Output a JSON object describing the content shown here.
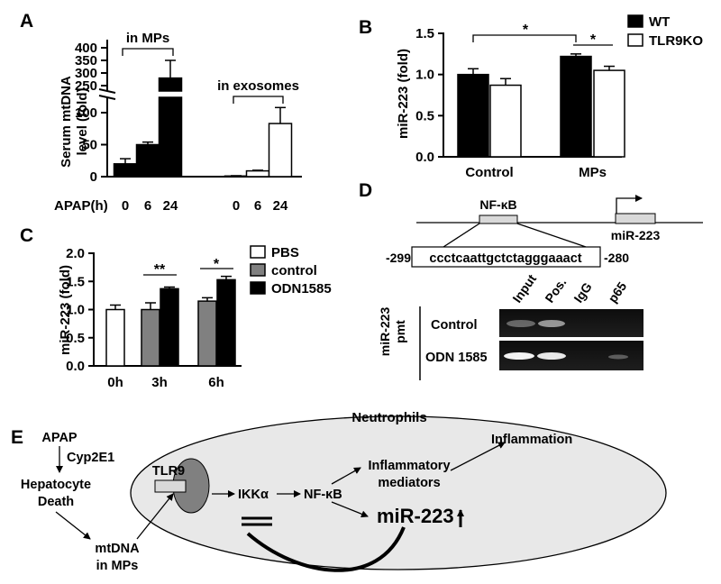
{
  "panels": {
    "A": "A",
    "B": "B",
    "C": "C",
    "D": "D",
    "E": "E"
  },
  "chart_data": [
    {
      "panel": "A",
      "type": "bar",
      "ylabel": [
        "Serum mtDNA",
        "level (fold)"
      ],
      "xlabel_prefix": "APAP(h)",
      "y_break": [
        125,
        250
      ],
      "yticks_lower": [
        0,
        50,
        100
      ],
      "yticks_upper": [
        250,
        300,
        350,
        400
      ],
      "groups": [
        {
          "label": "in MPs",
          "x": [
            "0",
            "6",
            "24"
          ],
          "values": [
            20,
            50,
            280
          ],
          "errors": [
            8,
            4,
            70
          ]
        },
        {
          "label": "in exosomes",
          "x": [
            "0",
            "6",
            "24"
          ],
          "values": [
            1,
            9,
            83
          ],
          "errors": [
            0.5,
            1,
            25
          ]
        }
      ]
    },
    {
      "panel": "B",
      "type": "bar",
      "ylabel": "miR-223 (fold)",
      "ylim": [
        0,
        1.5
      ],
      "yticks": [
        "0.0",
        "0.5",
        "1.0",
        "1.5"
      ],
      "categories": [
        "Control",
        "MPs"
      ],
      "series": [
        {
          "name": "WT",
          "color": "#000000",
          "values": [
            1.0,
            1.22
          ],
          "errors": [
            0.07,
            0.03
          ]
        },
        {
          "name": "TLR9KO",
          "color": "#ffffff",
          "values": [
            0.87,
            1.05
          ],
          "errors": [
            0.08,
            0.05
          ]
        }
      ],
      "significance": [
        "*",
        "*"
      ]
    },
    {
      "panel": "C",
      "type": "bar",
      "ylabel": "miR-223 (fold)",
      "ylim": [
        0,
        2.0
      ],
      "yticks": [
        "0.0",
        "0.5",
        "1.0",
        "1.5",
        "2.0"
      ],
      "categories": [
        "0h",
        "3h",
        "6h"
      ],
      "series": [
        {
          "name": "PBS",
          "color": "#ffffff",
          "values": [
            1.0,
            null,
            null
          ],
          "errors": [
            0.08,
            null,
            null
          ]
        },
        {
          "name": "control",
          "color": "#808080",
          "values": [
            null,
            1.0,
            1.15
          ],
          "errors": [
            null,
            0.12,
            0.06
          ]
        },
        {
          "name": "ODN1585",
          "color": "#000000",
          "values": [
            null,
            1.37,
            1.53
          ],
          "errors": [
            null,
            0.03,
            0.06
          ]
        }
      ],
      "significance": [
        "**",
        "*"
      ]
    }
  ],
  "panelD": {
    "nfkb": "NF-κB",
    "gene": "miR-223",
    "seq": "ccctcaattgctctagggaaact",
    "pos_left": "-299",
    "pos_right": "-280",
    "lanes": [
      "Input",
      "Pos.",
      "IgG",
      "p65"
    ],
    "side": [
      "miR-223",
      "pmt"
    ],
    "rows": [
      "Control",
      "ODN 1585"
    ]
  },
  "panelE": {
    "apap": "APAP",
    "cyp": "Cyp2E1",
    "hep": [
      "Hepatocyte",
      "Death"
    ],
    "mt": [
      "mtDNA",
      "in MPs"
    ],
    "neutrophils": "Neutrophils",
    "tlr9": "TLR9",
    "ikk": "IKKα",
    "nfkb": "NF-κB",
    "mediators": [
      "Inflammatory",
      "mediators"
    ],
    "inflammation": "Inflammation",
    "mir": "miR-223"
  }
}
